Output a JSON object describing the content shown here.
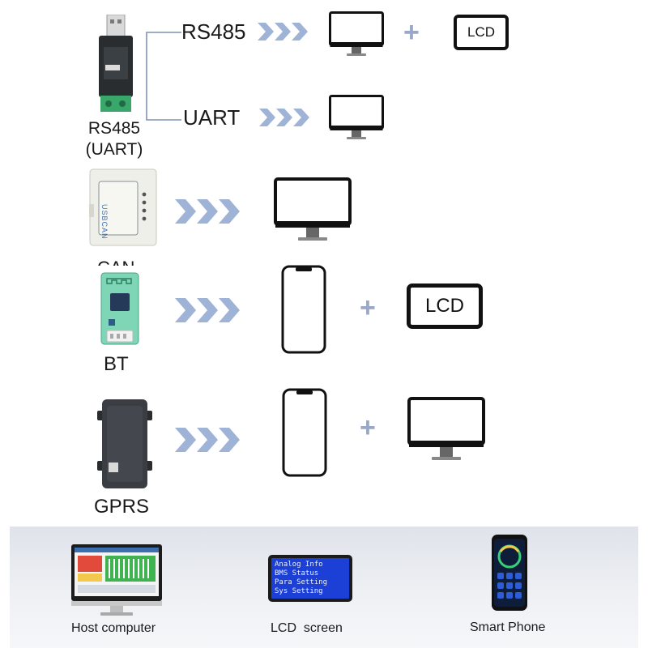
{
  "rows": {
    "rs485": {
      "device_label_line1": "RS485",
      "device_label_line2": "(UART)",
      "branch_top_label": "RS485",
      "branch_bottom_label": "UART",
      "lcd_text": "LCD"
    },
    "can": {
      "device_label_partial": "CAN"
    },
    "bt": {
      "device_label": "BT",
      "lcd_text": "LCD"
    },
    "gprs": {
      "device_label": "GPRS"
    }
  },
  "plus_sign": "+",
  "bottom": {
    "host_label": "Host computer",
    "lcd_label": "LCD  screen",
    "phone_label": "Smart Phone",
    "lcd_menu": [
      "Analog Info",
      "BMS Status",
      "Para Setting",
      "Sys Setting"
    ]
  },
  "device_prints": {
    "usb_can_text": "USBCAN"
  },
  "colors": {
    "arrow": "#9fb3d6",
    "plus": "#9aa7c7",
    "connector_line": "#7f93b7",
    "lcd_screen_blue": "#1c3fd6",
    "bottom_band": "#e4e7ed"
  }
}
